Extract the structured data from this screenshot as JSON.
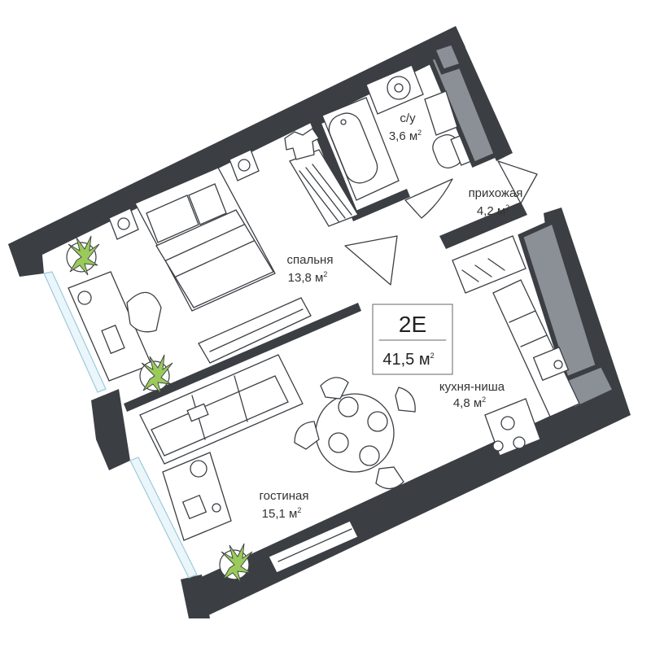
{
  "apartment": {
    "code": "2E",
    "total_area": "41,5 м",
    "area_unit_sup": "2"
  },
  "rooms": [
    {
      "id": "bathroom",
      "name": "с/у",
      "area": "3,6 м",
      "sup": "2"
    },
    {
      "id": "hallway",
      "name": "прихожая",
      "area": "4,2 м",
      "sup": "2"
    },
    {
      "id": "bedroom",
      "name": "спальня",
      "area": "13,8 м",
      "sup": "2"
    },
    {
      "id": "kitchen",
      "name": "кухня-ниша",
      "area": "4,8 м",
      "sup": "2"
    },
    {
      "id": "living",
      "name": "гостиная",
      "area": "15,1 м",
      "sup": "2"
    }
  ],
  "colors": {
    "wall": "#3b3f44",
    "panel": "#8b8f96",
    "window": "#9cc9dc",
    "plant": "#9acb5a"
  }
}
